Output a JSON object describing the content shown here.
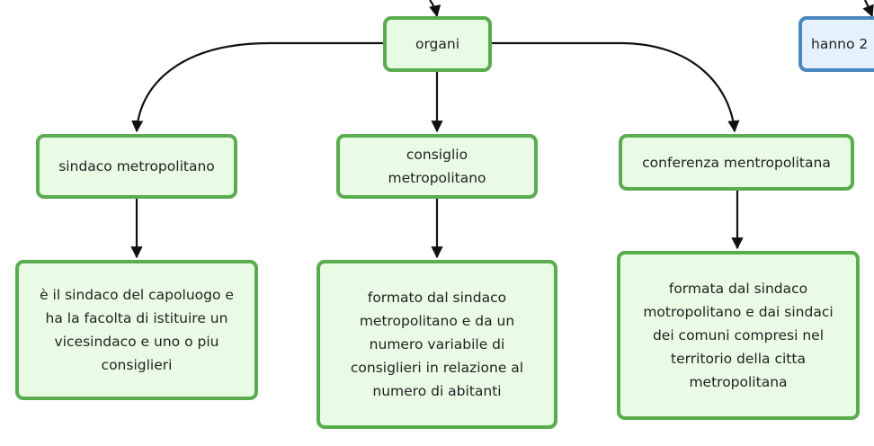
{
  "nodes": {
    "organi": "organi",
    "hanno": "hanno 2",
    "sindaco": "sindaco metropolitano",
    "consiglio": "consiglio\nmetropolitano",
    "conferenza": "conferenza mentropolitana",
    "sindaco_desc": "è il sindaco del capoluogo e\nha la facolta di istituire un\nvicesindaco e uno o piu\nconsiglieri",
    "consiglio_desc": "formato dal sindaco\nmetropolitano e da un\nnumero variabile di\nconsiglieri in relazione al\nnumero di abitanti",
    "conferenza_desc": "formata dal sindaco\nmotropolitano e dai sindaci\ndei comuni compresi nel\nterritorio della citta\nmetropolitana"
  },
  "colors": {
    "green_border": "#5aad4e",
    "green_fill": "#eafbe5",
    "blue_border": "#4b87bf",
    "blue_fill": "#e5f1fc",
    "edge": "#111111"
  }
}
